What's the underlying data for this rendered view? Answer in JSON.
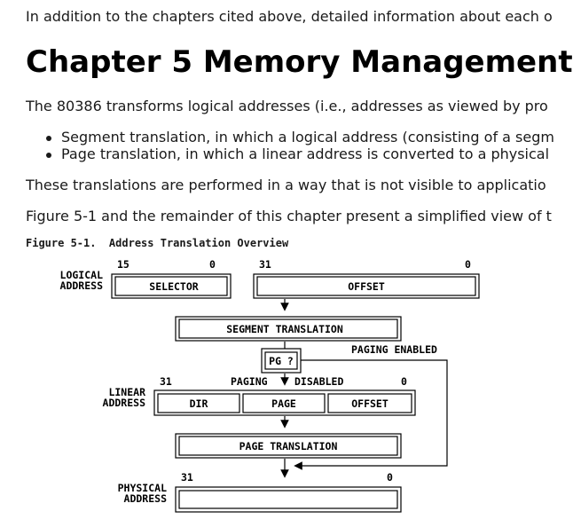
{
  "intro_line": "In addition to the chapters cited above, detailed information about each o",
  "chapter_title": "Chapter 5 Memory Management",
  "para1": "The 80386 transforms logical addresses (i.e., addresses as viewed by pro",
  "bullets": [
    "Segment translation, in which a logical address (consisting of a segm",
    "Page translation, in which a linear address is converted to a physical"
  ],
  "para2": "These translations are performed in a way that is not visible to applicatio",
  "para3": "Figure 5-1 and the remainder of this chapter present a simplified view of t",
  "figure": {
    "caption": "Figure 5-1.  Address Translation Overview",
    "logical_address_label": [
      "LOGICAL",
      "ADDRESS"
    ],
    "linear_address_label": [
      "LINEAR",
      "ADDRESS"
    ],
    "physical_address_label": [
      "PHYSICAL",
      "ADDRESS"
    ],
    "selector_hi": "15",
    "selector_lo": "0",
    "offset_hi": "31",
    "offset_lo": "0",
    "selector": "SELECTOR",
    "offset": "OFFSET",
    "segment_translation": "SEGMENT TRANSLATION",
    "pg_check": "PG ?",
    "paging_enabled": "PAGING ENABLED",
    "paging_disabled_left": "PAGING",
    "paging_disabled_right": "DISABLED",
    "linear_hi": "31",
    "linear_lo": "0",
    "dir": "DIR",
    "page": "PAGE",
    "linear_offset": "OFFSET",
    "page_translation": "PAGE TRANSLATION",
    "physical_hi": "31",
    "physical_lo": "0"
  }
}
